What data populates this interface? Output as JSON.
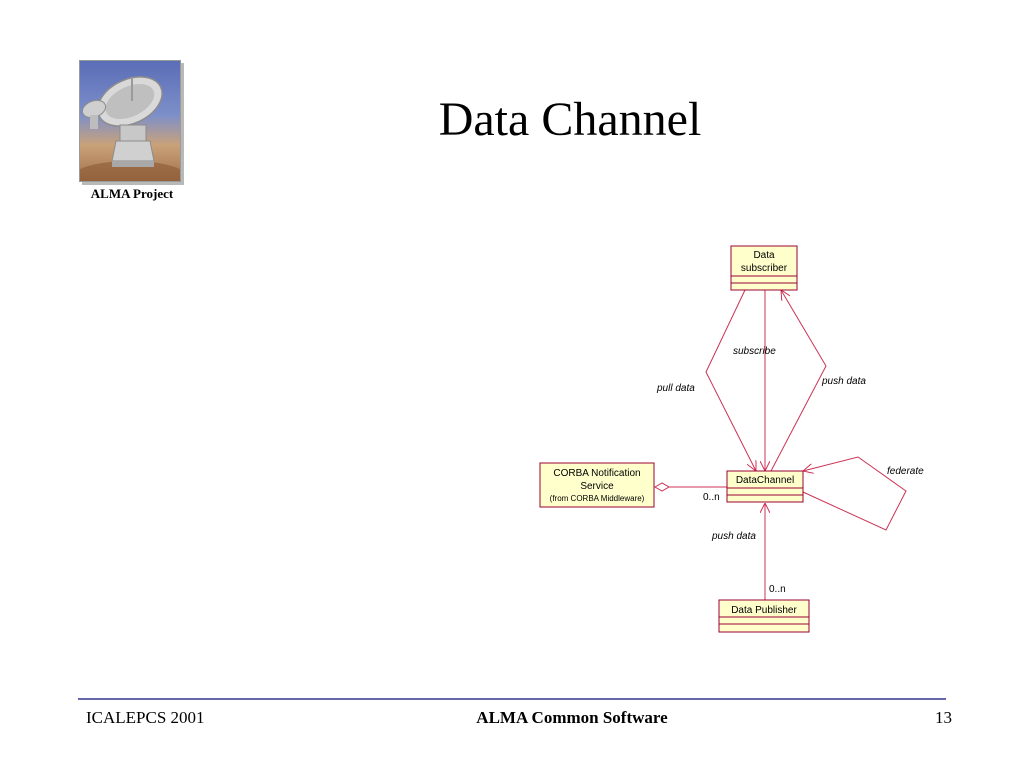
{
  "slide": {
    "title": "Data Channel",
    "logo_caption": "ALMA Project",
    "footer": {
      "left": "ICALEPCS 2001",
      "center": "ALMA Common Software",
      "page_number": "13"
    }
  },
  "diagram": {
    "classes": {
      "data_subscriber": {
        "line1": "Data",
        "line2": "subscriber"
      },
      "data_channel": {
        "name": "DataChannel"
      },
      "corba_notification": {
        "line1": "CORBA Notification",
        "line2": "Service",
        "line3": "(from CORBA Middleware)"
      },
      "data_publisher": {
        "name": "Data Publisher"
      }
    },
    "labels": {
      "subscribe": "subscribe",
      "pull_data": "pull data",
      "push_data_top": "push data",
      "federate": "federate",
      "push_data_bottom": "push data"
    },
    "multiplicities": {
      "corba_to_channel": "0..n",
      "publisher_to_channel": "0..n"
    }
  },
  "colors": {
    "class_fill": "#ffffcc",
    "class_border": "#990033",
    "association_line": "#cc3355",
    "footer_line": "#6666aa"
  }
}
